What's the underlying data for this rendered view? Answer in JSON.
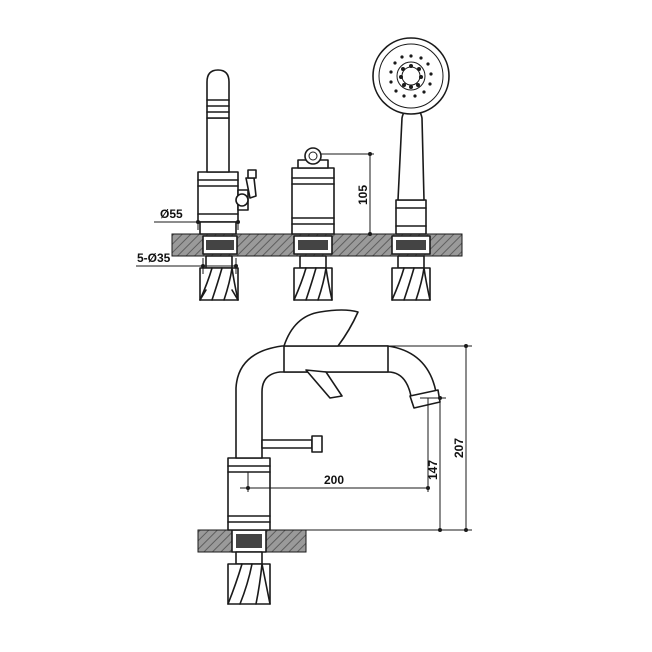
{
  "dimensions": {
    "d55": "Ø55",
    "holes": "5-Ø35",
    "h105": "105",
    "w200": "200",
    "h147": "147",
    "h207": "207"
  }
}
